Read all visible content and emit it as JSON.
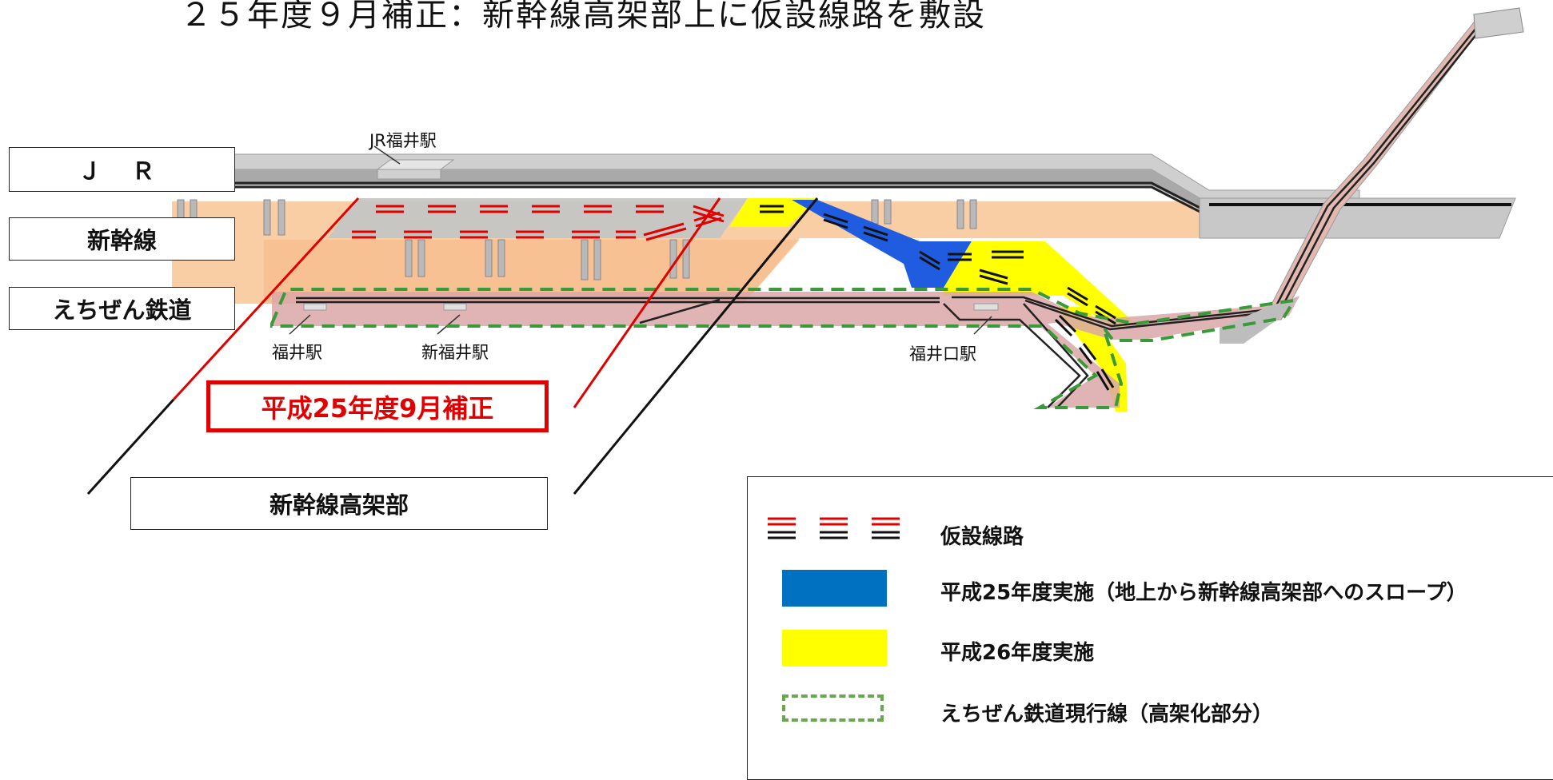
{
  "title": "２５年度９月補正：新幹線高架部上に仮設線路を敷設",
  "line_labels": {
    "jr": "Ｊ Ｒ",
    "shinkansen": "新幹線",
    "echizen": "えちぜん鉄道"
  },
  "stations": {
    "jr_fukui": "JR福井駅",
    "fukui": "福井駅",
    "shin_fukui": "新福井駅",
    "fukuiguchi": "福井口駅"
  },
  "callouts": {
    "hosei": "平成25年度9月補正",
    "kouka": "新幹線高架部"
  },
  "legend": {
    "items": [
      {
        "icon": "temporary-track-icon",
        "text": "仮設線路"
      },
      {
        "icon": "blue-swatch-icon",
        "text": "平成25年度実施（地上から新幹線高架部へのスロープ）"
      },
      {
        "icon": "yellow-swatch-icon",
        "text": "平成26年度実施"
      },
      {
        "icon": "green-dashed-box-icon",
        "text": "えちぜん鉄道現行線（高架化部分）"
      }
    ]
  },
  "colors": {
    "temporary_track": "#e00000",
    "h25_slope": "#0070c0",
    "h26": "#ffff00",
    "echizen_current": "#3a9a3a",
    "viaduct": "#f9c594",
    "echizen_track": "#dba7a7"
  }
}
